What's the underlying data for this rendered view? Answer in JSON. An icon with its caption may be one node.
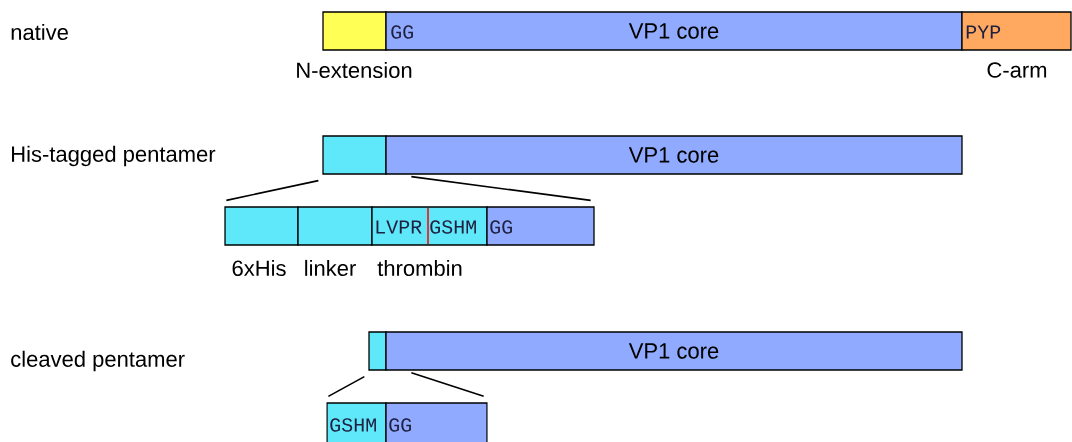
{
  "diagram": {
    "nodes": [
      {
        "text": [],
        "shape": "box",
        "beside": [
          "N-extension"
        ]
      },
      {
        "text": [
          "GG",
          "VP1 core"
        ]
      },
      {
        "text": [
          "PYP"
        ],
        "beside": [
          "C-arm"
        ]
      },
      {
        "text": [],
        "shape": "box"
      },
      {
        "text": [
          "VP1 core"
        ]
      },
      {
        "text": [],
        "shape": "box",
        "beside": [
          "6xHis"
        ]
      },
      {
        "text": [],
        "shape": "box",
        "beside": [
          "linker"
        ]
      },
      {
        "text": [
          "LVPR",
          "GSHM"
        ],
        "beside": [
          "thrombin"
        ]
      },
      {
        "text": [
          "GG"
        ]
      },
      {
        "text": [],
        "shape": "box"
      },
      {
        "text": [
          "VP1 core"
        ]
      },
      {
        "text": [
          "GSHM"
        ]
      },
      {
        "text": [
          "GG"
        ]
      }
    ],
    "edges": [
      {
        "from": 3,
        "to": 5,
        "arrow": "none"
      },
      {
        "from": 4,
        "to": 8,
        "arrow": "none"
      },
      {
        "from": 9,
        "to": 11,
        "arrow": "none"
      },
      {
        "from": 10,
        "to": 12,
        "arrow": "none"
      }
    ],
    "labels": [
      "native",
      "His-tagged pentamer",
      "cleaved pentamer"
    ]
  }
}
